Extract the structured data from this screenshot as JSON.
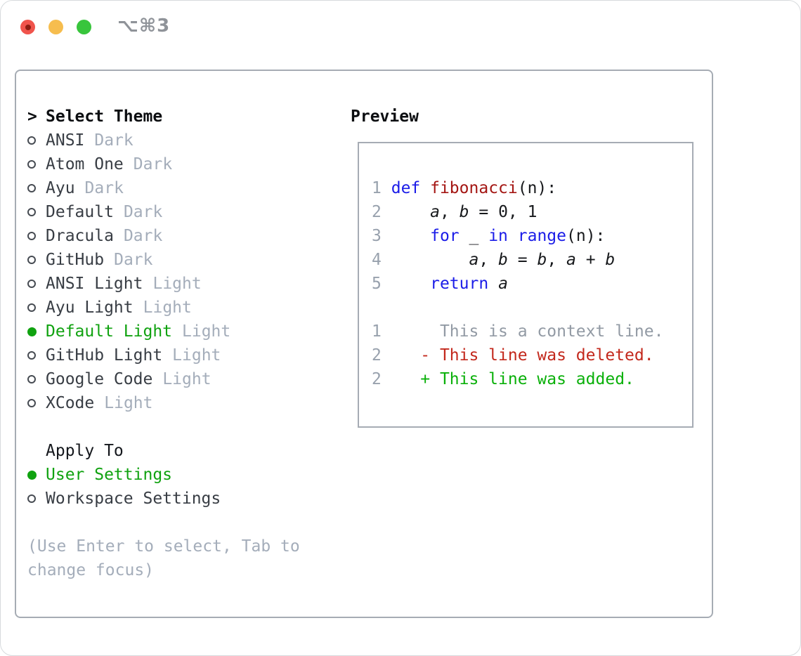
{
  "titlebar": {
    "shortcut": "⌥⌘3"
  },
  "theme_panel": {
    "pointer": ">",
    "header": "Select Theme",
    "themes": [
      {
        "name": "ANSI",
        "variant": "Dark",
        "selected": false
      },
      {
        "name": "Atom One",
        "variant": "Dark",
        "selected": false
      },
      {
        "name": "Ayu",
        "variant": "Dark",
        "selected": false
      },
      {
        "name": "Default",
        "variant": "Dark",
        "selected": false
      },
      {
        "name": "Dracula",
        "variant": "Dark",
        "selected": false
      },
      {
        "name": "GitHub",
        "variant": "Dark",
        "selected": false
      },
      {
        "name": "ANSI Light",
        "variant": "Light",
        "selected": false
      },
      {
        "name": "Ayu Light",
        "variant": "Light",
        "selected": false
      },
      {
        "name": "Default Light",
        "variant": "Light",
        "selected": true
      },
      {
        "name": "GitHub Light",
        "variant": "Light",
        "selected": false
      },
      {
        "name": "Google Code",
        "variant": "Light",
        "selected": false
      },
      {
        "name": "XCode",
        "variant": "Light",
        "selected": false
      }
    ],
    "apply_to": {
      "header": "Apply To",
      "options": [
        {
          "label": "User Settings",
          "selected": true
        },
        {
          "label": "Workspace Settings",
          "selected": false
        }
      ]
    },
    "help": "(Use Enter to select, Tab to change focus)"
  },
  "preview": {
    "header": "Preview",
    "code": {
      "l1": {
        "n": "1",
        "s": " ",
        "kw": "def ",
        "fn": "fibonacci",
        "rest": "(n):"
      },
      "l2": {
        "n": "2",
        "s": "     ",
        "v1": "a",
        "p1": ", ",
        "v2": "b",
        "p2": " = 0, 1"
      },
      "l3": {
        "n": "3",
        "s": "     ",
        "kw1": "for",
        "p1": " _ ",
        "kw2": "in",
        "p2": " ",
        "kw3": "range",
        "p3": "(n):"
      },
      "l4": {
        "n": "4",
        "s": "         ",
        "v1": "a",
        "p1": ", ",
        "v2": "b",
        "p2": " = ",
        "v3": "b",
        "p3": ", ",
        "v4": "a",
        "p4": " + ",
        "v5": "b"
      },
      "l5": {
        "n": "5",
        "s": "     ",
        "kw": "return",
        "p": " ",
        "v": "a"
      }
    },
    "diff": {
      "context": {
        "n": "1",
        "text": "      This is a context line."
      },
      "deleted": {
        "n": "2",
        "text": "    - This line was deleted."
      },
      "added": {
        "n": "2",
        "text": "    + This line was added."
      }
    }
  },
  "colors": {
    "selection_green": "#10a210",
    "added_green": "#0ab00a",
    "deleted_red": "#c3281c",
    "keyword_blue": "#1b1ce8",
    "function_red": "#a41613",
    "muted_gray": "#a4adba",
    "border_gray": "#a6acb4"
  }
}
